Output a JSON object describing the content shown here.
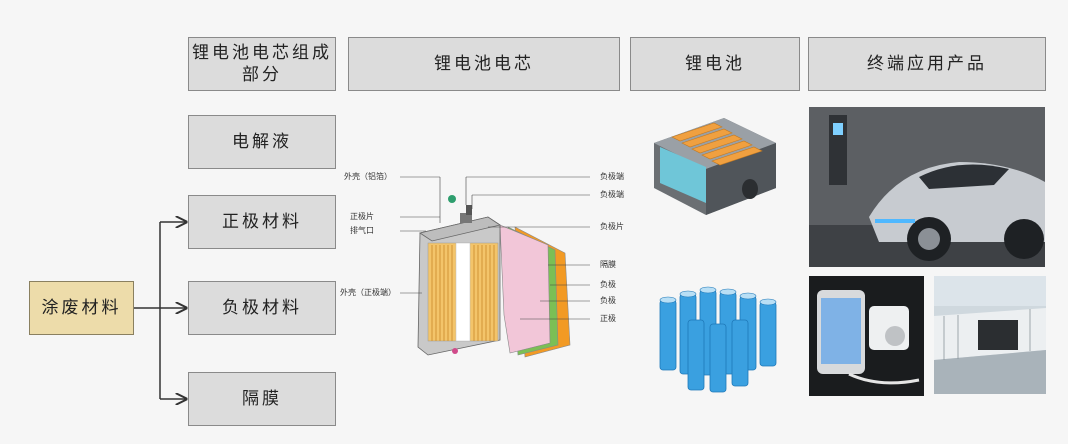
{
  "headers": {
    "components": "锂电池电芯组成部分",
    "cell": "锂电池电芯",
    "battery": "锂电池",
    "end_products": "终端应用产品"
  },
  "components": [
    "电解液",
    "正极材料",
    "负极材料",
    "隔膜"
  ],
  "source": "涂废材料",
  "cell_labels_left": [
    "外壳（铝箔）",
    "正极片",
    "排气口",
    "外壳（正极端）"
  ],
  "cell_labels_right": [
    "负极端",
    "负极端",
    "负极片",
    "隔膜",
    "负极",
    "负极",
    "正极"
  ],
  "colors": {
    "box_fill": "#dcdcdc",
    "box_border": "#8a8a8a",
    "source_fill": "#eddcaa",
    "background": "#f6f6f6",
    "arrow": "#333333"
  }
}
